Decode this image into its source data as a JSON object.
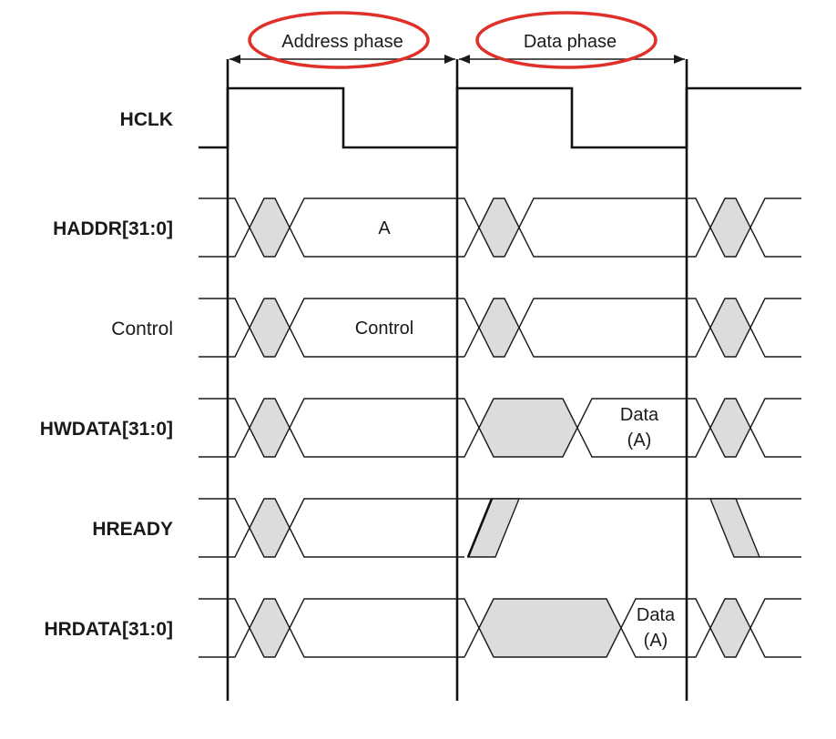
{
  "phases": [
    {
      "label": "Address phase"
    },
    {
      "label": "Data phase"
    }
  ],
  "signals": [
    {
      "name": "HCLK",
      "bold": true
    },
    {
      "name": "HADDR[31:0]",
      "bold": true
    },
    {
      "name": "Control",
      "bold": false
    },
    {
      "name": "HWDATA[31:0]",
      "bold": true
    },
    {
      "name": "HREADY",
      "bold": true
    },
    {
      "name": "HRDATA[31:0]",
      "bold": true
    }
  ],
  "values": {
    "haddr": "A",
    "control": "Control",
    "hwdata_line1": "Data",
    "hwdata_line2": "(A)",
    "hrdata_line1": "Data",
    "hrdata_line2": "(A)"
  },
  "colors": {
    "ink": "#1a1a1a",
    "shade": "#dcdcdc",
    "highlight_circle": "#e0302a"
  }
}
